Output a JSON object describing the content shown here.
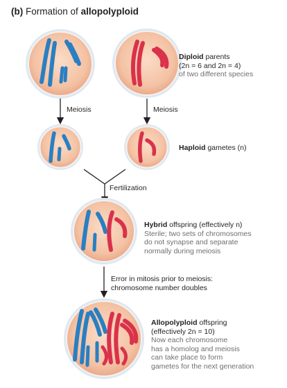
{
  "figure": {
    "panel_letter": "(b)",
    "title_prefix": "Formation of",
    "title_bold": "allopolyploid"
  },
  "labels": {
    "diploid": {
      "bold": "Diploid",
      "rest": " parents",
      "line2": "(2n = 6 and 2n = 4)",
      "line3": "of two different species"
    },
    "haploid": {
      "bold": "Haploid",
      "rest": " gametes (n)"
    },
    "hybrid": {
      "bold": "Hybrid",
      "rest": " offspring (effectively n)",
      "lines": [
        "Sterile; two sets of chromosomes",
        "do not synapse and separate",
        "normally during meiosis"
      ]
    },
    "allopolyploid": {
      "bold": "Allopolyploid",
      "rest": " offspring",
      "lines": [
        "(effectively 2n = 10)",
        "Now each chromosome",
        "has a homolog and meiosis",
        "can take place to form",
        "gametes for the next generation"
      ]
    }
  },
  "steps": {
    "meiosis_left": "Meiosis",
    "meiosis_right": "Meiosis",
    "fertilization": "Fertilization",
    "error_line1": "Error in mitosis prior to meiosis:",
    "error_line2": "chromosome number doubles"
  },
  "colors": {
    "cell_fill": "#f6c9ad",
    "cell_edge": "#d9e6f1",
    "species_a": "#2a7fc1",
    "species_b": "#d9324a",
    "arrow": "#231f20"
  }
}
